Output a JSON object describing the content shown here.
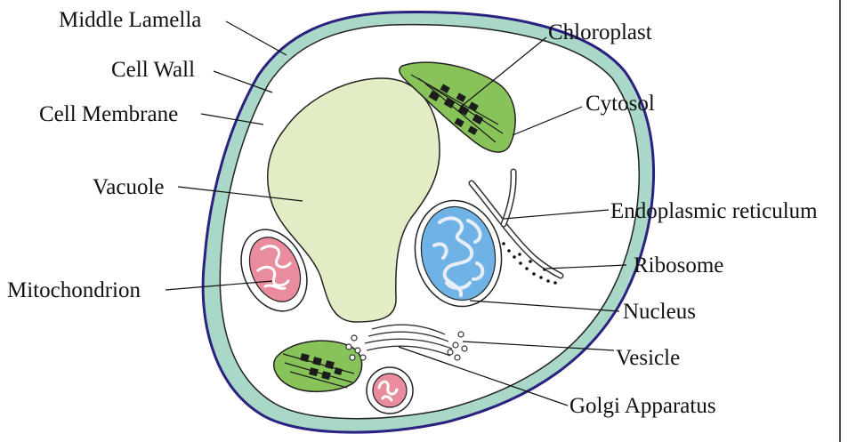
{
  "labels": {
    "middle_lamella": "Middle Lamella",
    "cell_wall": "Cell Wall",
    "cell_membrane": "Cell Membrane",
    "vacuole": "Vacuole",
    "mitochondrion": "Mitochondrion",
    "chloroplast": "Chloroplast",
    "cytosol": "Cytosol",
    "endoplasmic_reticulum": "Endoplasmic reticulum",
    "ribosome": "Ribosome",
    "nucleus": "Nucleus",
    "vesicle": "Vesicle",
    "golgi_apparatus": "Golgi Apparatus"
  },
  "colors": {
    "middle_lamella": "#2a2180",
    "cell_wall": "#a9d8c8",
    "cytoplasm": "#ffffff",
    "vacuole": "#e2edc6",
    "chloroplast": "#88c35a",
    "thylakoid": "#1c1c1c",
    "mitochondrion": "#e98c9d",
    "nucleus": "#6fb3e6",
    "chromatin": "#e7eef8",
    "outline": "#222222"
  }
}
